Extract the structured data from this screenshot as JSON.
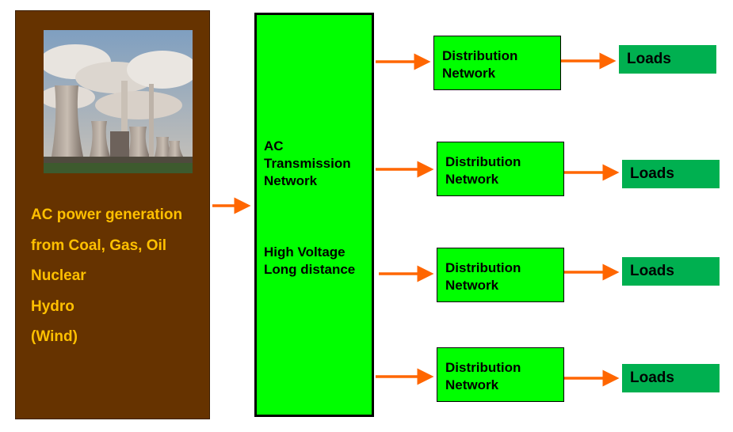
{
  "generation": {
    "lines": [
      "AC power generation",
      "from Coal, Gas, Oil",
      "Nuclear",
      "Hydro",
      "(Wind)"
    ]
  },
  "transmission": {
    "title_lines": [
      "AC",
      "Transmission",
      "Network"
    ],
    "detail_lines": [
      "High Voltage",
      "Long distance"
    ]
  },
  "distribution": [
    {
      "lines": [
        "Distribution",
        "Network"
      ],
      "load_label": "Loads"
    },
    {
      "lines": [
        "Distribution",
        "Network"
      ],
      "load_label": "Loads"
    },
    {
      "lines": [
        "Distribution",
        "Network"
      ],
      "load_label": "Loads"
    },
    {
      "lines": [
        "Distribution",
        "Network"
      ],
      "load_label": "Loads"
    }
  ],
  "colors": {
    "generation_fill": "#663300",
    "generation_text": "#ffc000",
    "transmission_fill": "#00ff00",
    "distribution_fill": "#00ff00",
    "loads_fill": "#00b050",
    "arrow": "#ff6600"
  },
  "image": {
    "description_icon": "power-plant-photo"
  }
}
